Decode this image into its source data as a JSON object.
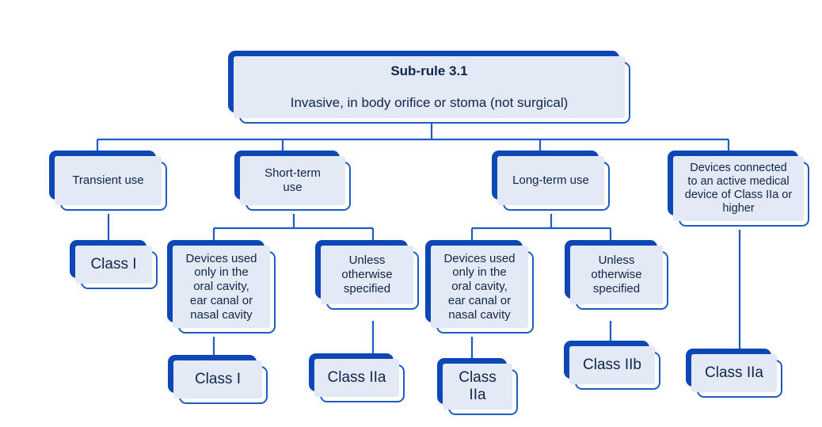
{
  "diagram": {
    "title_line1": "Sub-rule 3.1",
    "title_line2": "Invasive, in body orifice or stoma (not surgical)",
    "colors": {
      "plate_blue": "#0d47b5",
      "border_blue": "#1f5cc0",
      "label_fill": "#e3e9f5",
      "text_navy": "#10264a",
      "connector_blue": "#1f5cc0",
      "background": "#ffffff"
    },
    "nodes": {
      "root": "Sub-rule 3.1",
      "transient_use": "Transient use",
      "short_term_use": "Short-term\nuse",
      "long_term_use": "Long-term use",
      "connected_active": "Devices connected\nto an active medical\ndevice of Class IIa or\nhigher",
      "oral_cavity_short": "Devices used\nonly in the\noral cavity,\near canal or\nnasal cavity",
      "unless_specified_short": "Unless\notherwise\nspecified",
      "oral_cavity_long": "Devices used\nonly in the\noral cavity,\near canal or\nnasal cavity",
      "unless_specified_long": "Unless\notherwise\nspecified",
      "class_transient": "Class I",
      "class_oral_short": "Class I",
      "class_unless_short": "Class IIa",
      "class_oral_long": "Class\nIIa",
      "class_unless_long": "Class IIb",
      "class_connected": "Class IIa"
    }
  }
}
